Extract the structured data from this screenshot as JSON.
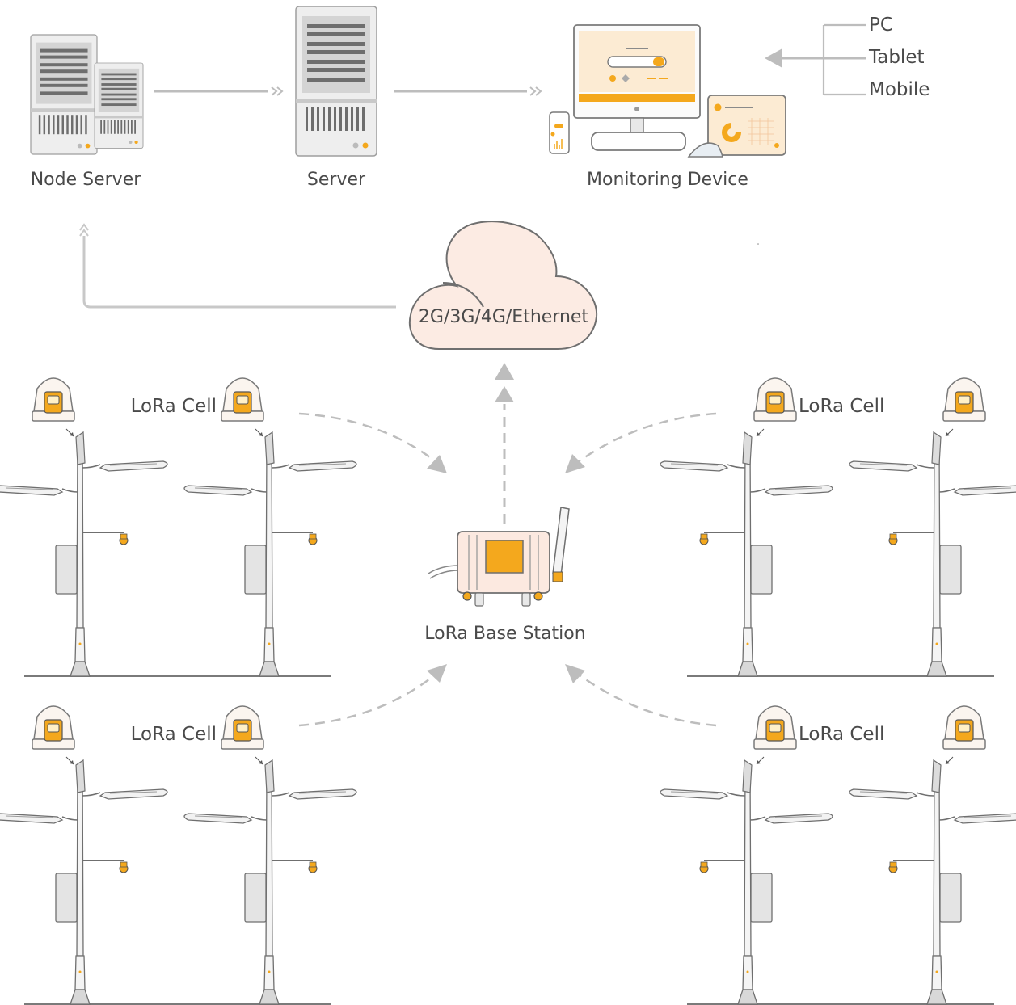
{
  "labels": {
    "node_server": "Node Server",
    "server": "Server",
    "monitoring_device": "Monitoring Device",
    "network": "2G/3G/4G/Ethernet",
    "base_station": "LoRa Base Station",
    "lora_cell": "LoRa Cell"
  },
  "device_types": [
    "PC",
    "Tablet",
    "Mobile"
  ],
  "colors": {
    "accent": "#f4a81d",
    "cloud_fill": "#fcebe3",
    "line_gray": "#bdbdbd",
    "text": "#4a4a4a"
  },
  "icons": [
    "server-icon",
    "monitor-icon",
    "tablet-icon",
    "phone-icon",
    "cloud-icon",
    "gateway-icon",
    "smart-pole-icon",
    "lamp-cell-icon"
  ]
}
